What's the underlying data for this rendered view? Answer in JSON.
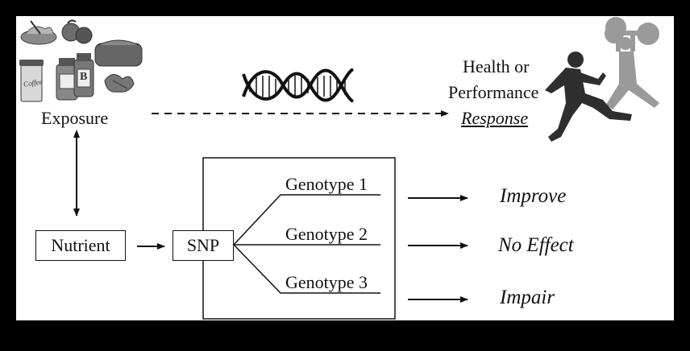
{
  "exposure_label": "Exposure",
  "health_label_line1": "Health or",
  "health_label_line2": "Performance",
  "health_label_line3": "Response",
  "nutrient_label": "Nutrient",
  "snp_label": "SNP",
  "genotypes": [
    "Genotype 1",
    "Genotype 2",
    "Genotype 3"
  ],
  "outcomes": [
    "Improve",
    "No Effect",
    "Impair"
  ],
  "food_coffee_text": "Coffee",
  "food_vitamin_text": "B"
}
